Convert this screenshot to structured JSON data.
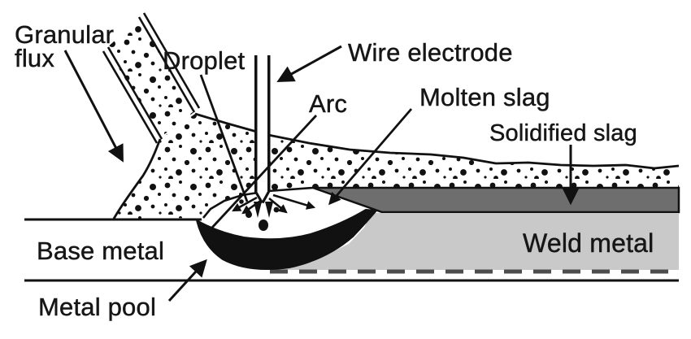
{
  "diagram": {
    "labels": {
      "granular_flux_line1": "Granular",
      "granular_flux_line2": "flux",
      "droplet": "Droplet",
      "wire_electrode": "Wire electrode",
      "arc": "Arc",
      "molten_slag": "Molten slag",
      "solidified_slag": "Solidified slag",
      "base_metal": "Base metal",
      "weld_metal": "Weld metal",
      "metal_pool": "Metal pool"
    },
    "colors": {
      "solidified_slag_gray": "#6e6e6e",
      "weld_metal_gray": "#c9c9c9",
      "line_black": "#111111",
      "dashed_line_gray": "#4d4d4d",
      "background": "#ffffff"
    }
  }
}
